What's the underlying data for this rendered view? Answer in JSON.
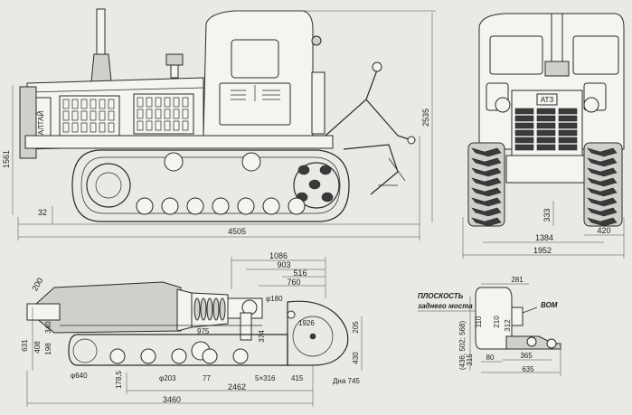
{
  "views": {
    "side": {
      "badge": "АЛТАЙ",
      "dims": {
        "total_height": "2535",
        "body_height": "1561",
        "clearance": "32",
        "length": "4505"
      }
    },
    "front": {
      "badge": "АТЗ",
      "dims": {
        "clearance": "333",
        "track": "1384",
        "shoe": "420",
        "width": "1952"
      }
    },
    "plan": {
      "dims": {
        "d1086": "1086",
        "d903": "903",
        "d516": "516",
        "d760": "760",
        "d200": "200",
        "phi180": "φ180",
        "d975": "975",
        "d1926": "1926",
        "d205": "205",
        "d374": "374",
        "d631": "631",
        "d408": "408",
        "d198": "198",
        "d340": "340",
        "phi640": "φ640",
        "d1785": "178,5",
        "phi203": "φ203",
        "d77": "77",
        "d5x316": "5×316",
        "d415": "415",
        "d430": "430",
        "dia745": "Дна 745",
        "d2462": "2462",
        "d3460": "3460"
      }
    },
    "pto": {
      "label_plane_line1": "ПЛОСКОСТЬ",
      "label_plane_line2": "заднего моста",
      "label_vom": "ВОМ",
      "dims": {
        "d281": "281",
        "d110": "110",
        "d210": "210",
        "d312": "312",
        "d315": "315",
        "d80": "80",
        "d365": "365",
        "d635": "635",
        "heights": "(436; 502; 568)"
      }
    }
  }
}
